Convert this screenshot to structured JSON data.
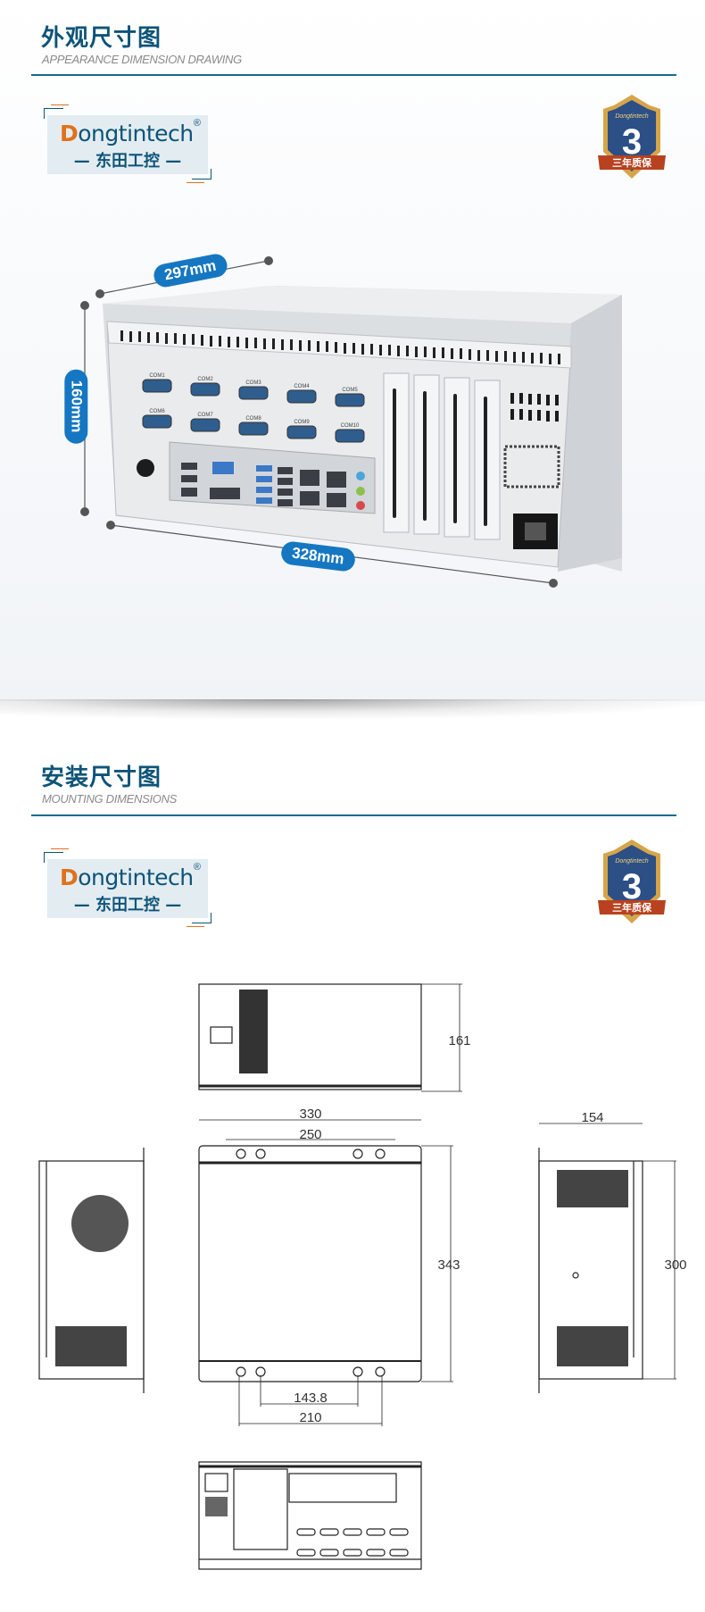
{
  "sections": [
    {
      "title": "外观尺寸图",
      "subtitle": "APPEARANCE DIMENSION DRAWING"
    },
    {
      "title": "安装尺寸图",
      "subtitle": "MOUNTING  DIMENSIONS"
    }
  ],
  "logo": {
    "initial": "D",
    "rest": "ongtintech",
    "registered": "®",
    "chinese": "— 东田工控 —"
  },
  "badge": {
    "brand": "Dongtintech",
    "number": "3",
    "ribbon": "三年质保"
  },
  "appearance": {
    "depth": "297mm",
    "height": "160mm",
    "width": "328mm",
    "com_ports": [
      "COM1",
      "COM2",
      "COM3",
      "COM4",
      "COM5",
      "COM6",
      "COM7",
      "COM8",
      "COM9",
      "COM10"
    ]
  },
  "mounting": {
    "top_view_height": "161",
    "front_width": "330",
    "hole_span_top": "250",
    "front_depth": "343",
    "hole_span_inner": "143.8",
    "hole_span_outer": "210",
    "side_width": "154",
    "side_height": "300"
  },
  "colors": {
    "title": "#0d5478",
    "accent": "#1577c2",
    "logo_orange": "#e0711b"
  }
}
